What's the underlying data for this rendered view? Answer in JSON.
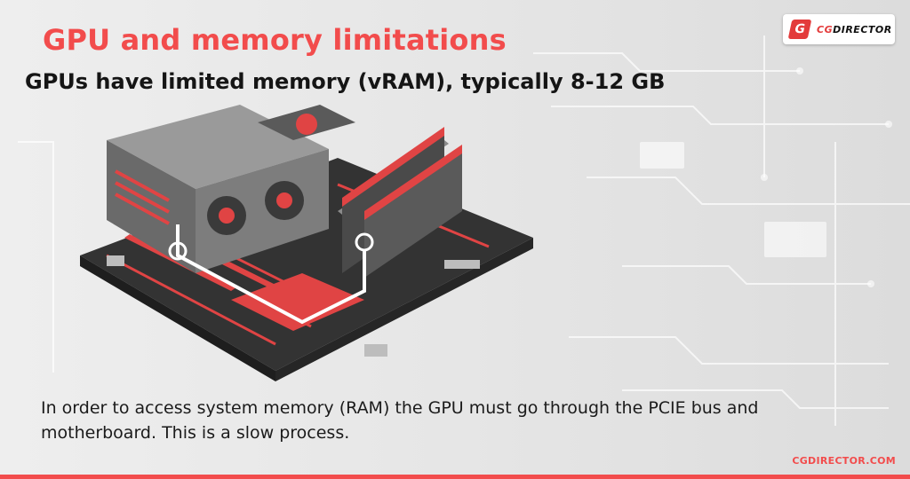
{
  "slide": {
    "title": "GPU and memory limitations",
    "subtitle": "GPUs have limited memory (vRAM), typically 8-12 GB",
    "body": "In order to access system memory (RAM) the GPU must go through the PCIE bus and motherboard. This is a slow process.",
    "footer_url": "CGDIRECTOR.COM"
  },
  "logo": {
    "mark": "G",
    "text_prefix": "CG",
    "text_suffix": "DIRECTOR"
  },
  "illustration": {
    "subject": "motherboard-with-gpu-and-ram",
    "colors": {
      "accent": "#f24c4c",
      "board": "#3a3a3a",
      "metal": "#8a8a8a",
      "path": "#ffffff"
    }
  },
  "colors": {
    "accent": "#f24c4c",
    "text": "#151515",
    "background": "#e9e9e9"
  }
}
